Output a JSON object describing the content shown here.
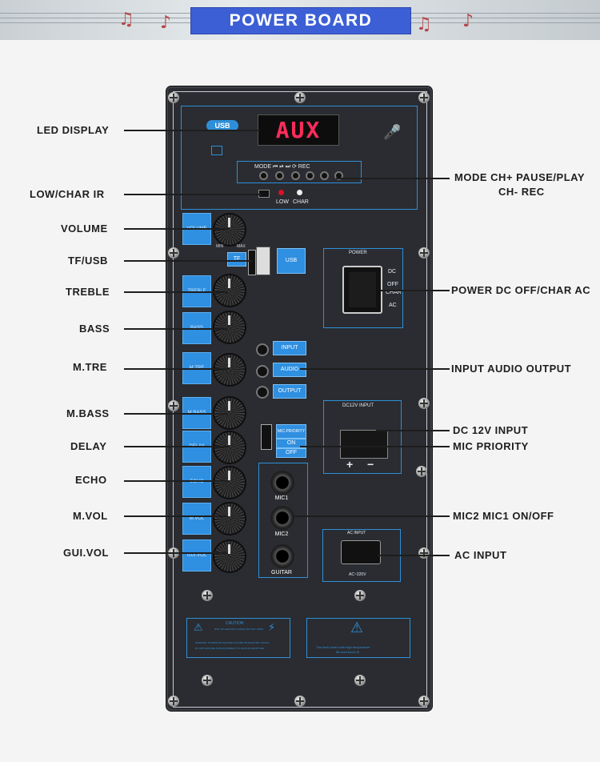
{
  "banner": {
    "title": "POWER BOARD"
  },
  "callouts": {
    "led_display": "LED DISPLAY",
    "low_char_ir": "LOW/CHAR IR",
    "volume": "VOLUME",
    "tf_usb": "TF/USB",
    "treble": "TREBLE",
    "bass": "BASS",
    "m_tre": "M.TRE",
    "m_bass": "M.BASS",
    "delay": "DELAY",
    "echo": "ECHO",
    "m_vol": "M.VOL",
    "gui_vol": "GUI.VOL",
    "mode_line1": "MODE  CH+ PAUSE/PLAY",
    "mode_line2": "CH-   REC",
    "power": "POWER DC OFF/CHAR AC",
    "input_audio_output": "INPUT AUDIO OUTPUT",
    "dc_input": "DC 12V INPUT",
    "mic_priority": "MIC PRIORITY",
    "mic_onoff": "MIC2  MIC1  ON/OFF",
    "ac_input": "AC INPUT"
  },
  "panel": {
    "display_text": "AUX",
    "usb_logo": "USB",
    "controls_row": "MODE  ⏮  ⏯  ⏭  ⟳  REC",
    "low": "LOW",
    "char": "CHAR",
    "usb_button": "USB",
    "tf_button": "TF",
    "knob_min": "MIN",
    "knob_max": "MAX",
    "tabs": [
      "VOLUME",
      "TREBLE",
      "BASS",
      "M.TRE",
      "M.BASS",
      "DELAY",
      "ECHO",
      "M.VOL",
      "GUI.VOL"
    ],
    "input_btn": "INPUT",
    "audio_btn": "AUDIO",
    "output_btn": "OUTPUT",
    "mic_priority": "MIC.PRIORITY",
    "on": "ON",
    "off": "OFF",
    "mic1": "MIC1",
    "mic2": "MIC2",
    "guitar": "GUITAR",
    "power_title": "POWER",
    "dc": "DC",
    "off_lbl": "OFF",
    "char_lbl": "CHAR",
    "ac": "AC",
    "dc12v_title": "DC12V INPUT",
    "plus": "+",
    "minus": "−",
    "ac_title": "AC INPUT",
    "ac_voltage": "AC~220V",
    "caution_title": "CAUTION",
    "caution_sub": "RISK OF ELECTRIC SHOCK DO NOT OPEN",
    "caution_line1": "WARNING:TO REDUCE THE RISK OF FIRE OR ELECTRIC SHOCK",
    "caution_line2": "DO NOT EXPOSE THIS EQUIPMENT TO RAIN OR MOISTURE",
    "hot_line1": "The back board with high temperature",
    "hot_line2": "Be dont touch it!"
  }
}
